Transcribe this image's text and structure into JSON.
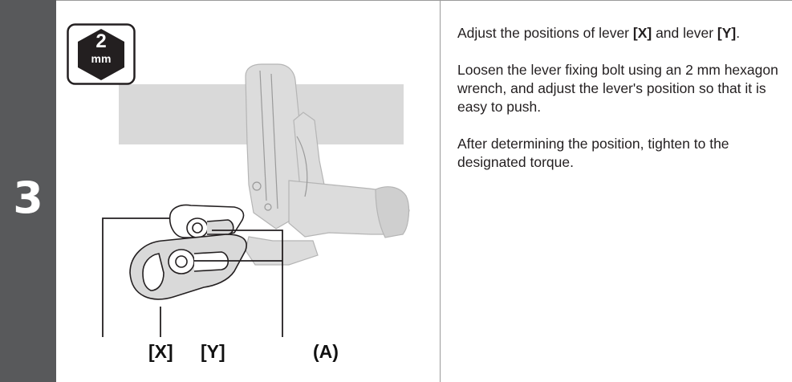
{
  "step": {
    "number": "3"
  },
  "tool": {
    "size_value": "2",
    "size_unit": "mm",
    "icon": "hex-wrench-size-icon"
  },
  "figure": {
    "callouts": {
      "lever_x": "[X]",
      "lever_y": "[Y]",
      "bolt_a": "(A)"
    }
  },
  "instructions": {
    "p1_part1": "Adjust the positions of lever ",
    "p1_x": "[X]",
    "p1_part2": " and lever ",
    "p1_y": "[Y]",
    "p1_part3": ".",
    "p2": "Loosen the lever fixing bolt using an 2 mm hexagon wrench, and adjust the lever's position so that it is easy to push.",
    "p3": "After determining the position, tighten to the designated torque."
  },
  "colors": {
    "step_bar": "#58595b",
    "part_fill": "#d9d9d9",
    "line": "#231f20"
  }
}
